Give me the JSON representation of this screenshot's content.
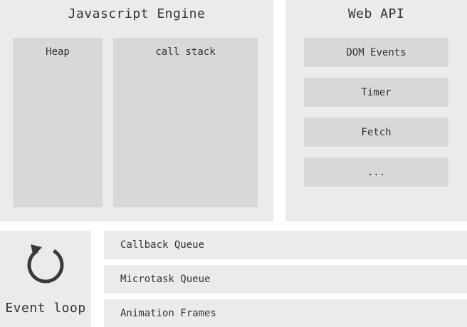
{
  "js_engine": {
    "title": "Javascript Engine",
    "heap_label": "Heap",
    "call_stack_label": "call stack"
  },
  "web_api": {
    "title": "Web API",
    "items": [
      "DOM Events",
      "Timer",
      "Fetch",
      "..."
    ]
  },
  "event_loop": {
    "label": "Event loop",
    "icon": "rotate-arrow-icon"
  },
  "queues": [
    "Callback Queue",
    "Microtask Queue",
    "Animation Frames"
  ],
  "colors": {
    "outer_panel": "#ebebeb",
    "inner_panel": "#d8d8d8",
    "text": "#333333"
  }
}
